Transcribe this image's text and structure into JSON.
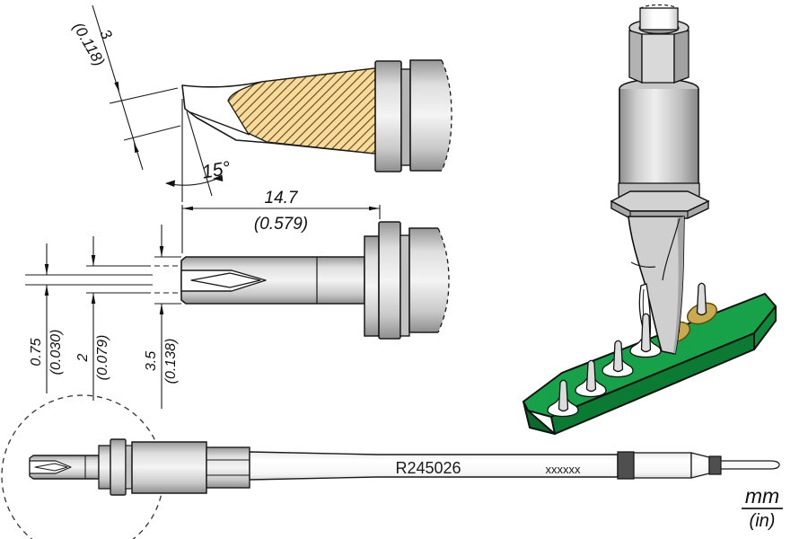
{
  "section_view": {
    "thickness_mm": "3",
    "thickness_in": "(0.118)",
    "angle_label": "15°"
  },
  "side_view": {
    "length_mm": "14.7",
    "length_in": "(0.579)",
    "slot_width_mm": "0.75",
    "slot_width_in": "(0.030)",
    "groove_width_mm": "2",
    "groove_width_in": "(0.079)",
    "diameter_mm": "3.5",
    "diameter_in": "(0.138)"
  },
  "cartridge_view": {
    "part_number": "R245026",
    "serial_mask": "xxxxxx"
  },
  "units_note": {
    "primary": "mm",
    "secondary": "(in)"
  },
  "colors": {
    "hatch_fill": "#FBDB94",
    "hatch_line": "#4A453C",
    "pcb_top": "#17A24A",
    "pcb_front": "#0B7B33",
    "pcb_end_right": "#0E8A3C",
    "pcb_end_left": "#086B2C",
    "pad_gold": "#C9AA4D",
    "band_dark": "#4F4F4F",
    "outline": "#1A1A1A"
  }
}
